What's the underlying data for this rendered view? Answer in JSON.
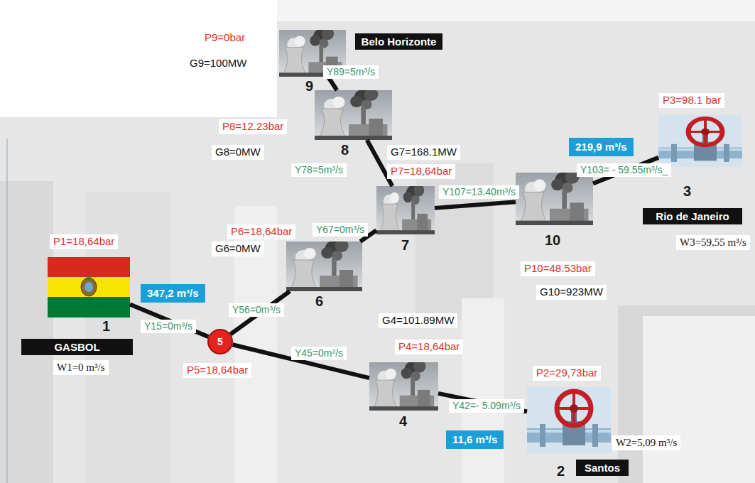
{
  "diagram": {
    "nodes": [
      {
        "text": [
          "1",
          "GASBOL"
        ]
      },
      {
        "text": [
          "2",
          "Santos"
        ]
      },
      {
        "text": [
          "3",
          "Rio de Janeiro"
        ]
      },
      {
        "text": [
          "4"
        ]
      },
      {
        "text": [
          "5"
        ]
      },
      {
        "text": [
          "6"
        ]
      },
      {
        "text": [
          "7"
        ]
      },
      {
        "text": [
          "8"
        ]
      },
      {
        "text": [
          "9",
          "Belo Horizonte"
        ]
      },
      {
        "text": [
          "10"
        ]
      },
      {
        "text": [
          "347,2 m³/s"
        ]
      },
      {
        "text": [
          "219,9 m³/s"
        ]
      },
      {
        "text": [
          "11,6 m³/s"
        ]
      }
    ],
    "edges": [
      {
        "from": 0,
        "to": 4,
        "arrow": "none",
        "label": "Y15=0m³/s"
      },
      {
        "from": 4,
        "to": 5,
        "arrow": "none",
        "label": "Y56=0m³/s"
      },
      {
        "from": 4,
        "to": 3,
        "arrow": "none",
        "label": "Y45=0m³/s"
      },
      {
        "from": 3,
        "to": 1,
        "arrow": "none",
        "label": "Y42=- 5.09m³/s"
      },
      {
        "from": 5,
        "to": 6,
        "arrow": "none",
        "label": "Y67=0m³/s"
      },
      {
        "from": 6,
        "to": 7,
        "arrow": "none",
        "label": "Y78=5m³/s"
      },
      {
        "from": 7,
        "to": 8,
        "arrow": "none",
        "label": "Y89=5m³/s"
      },
      {
        "from": 6,
        "to": 9,
        "arrow": "none",
        "label": "Y107=13.40m³/s"
      },
      {
        "from": 9,
        "to": 2,
        "arrow": "none",
        "label": "Y103= - 59.55m³/s_"
      }
    ],
    "labels": [
      "P9=0bar",
      "G9=100MW",
      "P8=12.23bar",
      "G8=0MW",
      "G7=168.1MW",
      "P7=18,64bar",
      "P3=98.1 bar",
      "P6=18,64bar",
      "G6=0MW",
      "P1=18,64bar",
      "P10=48.53bar",
      "G10=923MW",
      "W3=59,55 m³/s",
      "G4=101.89MW",
      "P4=18,64bar",
      "P2=29,73bar",
      "P5=18,64bar",
      "W1=0 m³/s",
      "W2=5,09 m³/s"
    ]
  }
}
